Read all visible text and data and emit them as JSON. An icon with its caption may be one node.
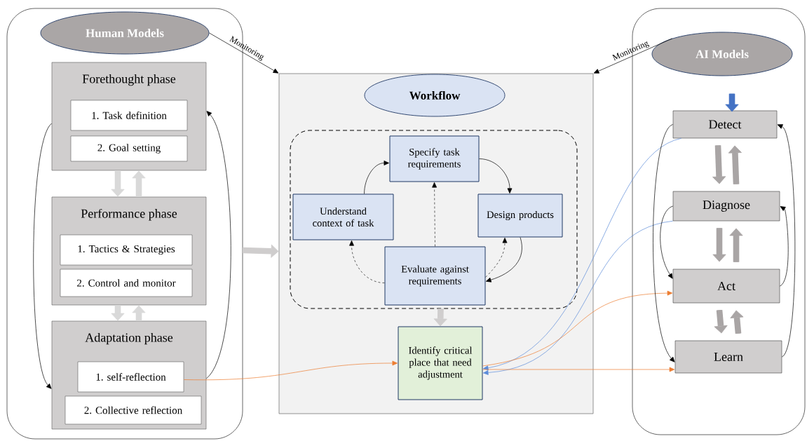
{
  "diagram": {
    "nodes": [
      {
        "text": [],
        "shape": "box"
      },
      {
        "text": [
          "Human Models"
        ],
        "in": 0
      },
      {
        "text": [
          "Forethought phase"
        ],
        "in": 0
      },
      {
        "text": [
          "1. Task definition"
        ],
        "in": 2
      },
      {
        "text": [
          "2. Goal setting"
        ],
        "in": 2
      },
      {
        "text": [
          "Performance phase"
        ],
        "in": 0
      },
      {
        "text": [
          "1. Tactics & Strategies"
        ],
        "in": 5
      },
      {
        "text": [
          "2. Control and monitor"
        ],
        "in": 5
      },
      {
        "text": [
          "Adaptation phase"
        ],
        "in": 0
      },
      {
        "text": [
          "1. self-reflection"
        ],
        "in": 8
      },
      {
        "text": [
          "2. Collective reflection"
        ],
        "in": 8
      },
      {
        "text": [],
        "shape": "box"
      },
      {
        "text": [
          "Workflow"
        ],
        "in": 11
      },
      {
        "text": [],
        "shape": "box",
        "in": 11
      },
      {
        "text": [
          "Specify task requirements"
        ],
        "in": 13
      },
      {
        "text": [
          "Understand context of task"
        ],
        "in": 13
      },
      {
        "text": [
          "Design products"
        ],
        "in": 13
      },
      {
        "text": [
          "Evaluate against requirements"
        ],
        "in": 13
      },
      {
        "text": [
          "Identify critical place that need adjustment"
        ],
        "in": 11
      },
      {
        "text": [],
        "shape": "box"
      },
      {
        "text": [
          "AI Models"
        ],
        "in": 19
      },
      {
        "text": [
          "Detect"
        ],
        "in": 19
      },
      {
        "text": [
          "Diagnose"
        ],
        "in": 19
      },
      {
        "text": [
          "Act"
        ],
        "in": 19
      },
      {
        "text": [
          "Learn"
        ],
        "in": 19
      }
    ],
    "edges": [
      {
        "from": 1,
        "to": 11,
        "arrow": "to",
        "label": "Monitoring"
      },
      {
        "from": 20,
        "to": 11,
        "arrow": "to",
        "label": "Monitoring"
      },
      {
        "from": 2,
        "to": 5,
        "arrow": "to",
        "style": "thick",
        "color": "#d9d9d9"
      },
      {
        "from": 5,
        "to": 2,
        "arrow": "to",
        "style": "thick",
        "color": "#d9d9d9"
      },
      {
        "from": 5,
        "to": 8,
        "arrow": "to",
        "style": "thick",
        "color": "#d9d9d9"
      },
      {
        "from": 8,
        "to": 5,
        "arrow": "to",
        "style": "thick",
        "color": "#d9d9d9"
      },
      {
        "from": 2,
        "to": 8,
        "arrow": "to"
      },
      {
        "from": 8,
        "to": 2,
        "arrow": "to"
      },
      {
        "from": 0,
        "to": 11,
        "arrow": "to",
        "style": "thick",
        "color": "#cfcdcd"
      },
      {
        "from": 9,
        "to": 18,
        "arrow": "to",
        "color": "#ed7d31"
      },
      {
        "from": 15,
        "to": 14,
        "arrow": "to"
      },
      {
        "from": 14,
        "to": 16,
        "arrow": "to"
      },
      {
        "from": 17,
        "to": 14,
        "arrow": "to",
        "style": "dashed"
      },
      {
        "from": 17,
        "to": 15,
        "arrow": "to",
        "style": "dashed"
      },
      {
        "from": 17,
        "to": 16,
        "arrow": "to",
        "style": "dashed"
      },
      {
        "from": 16,
        "to": 17,
        "arrow": "to"
      },
      {
        "from": 13,
        "to": 18,
        "arrow": "to",
        "style": "thick",
        "color": "#d0cece"
      },
      {
        "from": 21,
        "to": 18,
        "arrow": "to",
        "color": "#5b8bd9"
      },
      {
        "from": 22,
        "to": 18,
        "arrow": "to",
        "color": "#5b8bd9"
      },
      {
        "from": 18,
        "to": 23,
        "arrow": "to",
        "color": "#ed7d31"
      },
      {
        "from": 18,
        "to": 24,
        "arrow": "to",
        "color": "#ed7d31"
      },
      {
        "from": null,
        "to": 21,
        "arrow": "to",
        "style": "thick",
        "color": "#4472c4"
      },
      {
        "from": 21,
        "to": 22,
        "arrow": "to",
        "style": "thick",
        "color": "#a9a5a5"
      },
      {
        "from": 22,
        "to": 21,
        "arrow": "to",
        "style": "thick",
        "color": "#a9a5a5"
      },
      {
        "from": 22,
        "to": 23,
        "arrow": "to",
        "style": "thick",
        "color": "#a9a5a5"
      },
      {
        "from": 23,
        "to": 22,
        "arrow": "to",
        "style": "thick",
        "color": "#a9a5a5"
      },
      {
        "from": 23,
        "to": 24,
        "arrow": "to",
        "style": "thick",
        "color": "#a9a5a5"
      },
      {
        "from": 24,
        "to": 23,
        "arrow": "to",
        "style": "thick",
        "color": "#a9a5a5"
      },
      {
        "from": 21,
        "to": 24,
        "arrow": "to"
      },
      {
        "from": 22,
        "to": 23,
        "arrow": "to"
      },
      {
        "from": 24,
        "to": 21,
        "arrow": "to"
      },
      {
        "from": 23,
        "to": 22,
        "arrow": "to"
      }
    ]
  }
}
